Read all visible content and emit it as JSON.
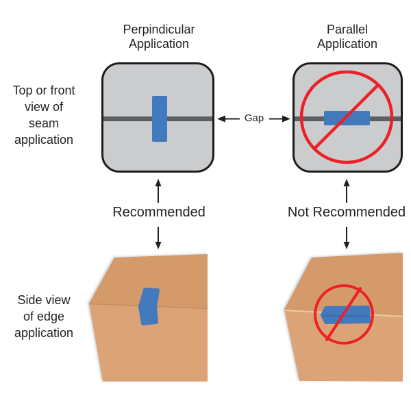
{
  "colors": {
    "bg": "#ffffff",
    "ink": "#231f20",
    "tape_blue": "#4379bd",
    "tape_shadow_blue": "#3a68a6",
    "prohibition_red": "#ec2027",
    "seam_gray": "#5d6063",
    "panel_gray": "#cbccce",
    "panel_border": "#1c1c1c",
    "card_top": "#d49a6b",
    "card_bottom": "#dca377",
    "card_crease": "#b07a4e",
    "card_crease_light": "#eccfa8"
  },
  "columns": [
    {
      "title_lines": [
        "Perpindicular",
        "Application"
      ],
      "verdict": "Recommended"
    },
    {
      "title_lines": [
        "Parallel",
        "Application"
      ],
      "verdict": "Not Recommended"
    }
  ],
  "rows": [
    {
      "label_lines": [
        "Top or front",
        "view of",
        "seam",
        "application"
      ]
    },
    {
      "label_lines": [
        "Side view",
        "of edge",
        "application"
      ]
    }
  ],
  "gap_label": "Gap"
}
